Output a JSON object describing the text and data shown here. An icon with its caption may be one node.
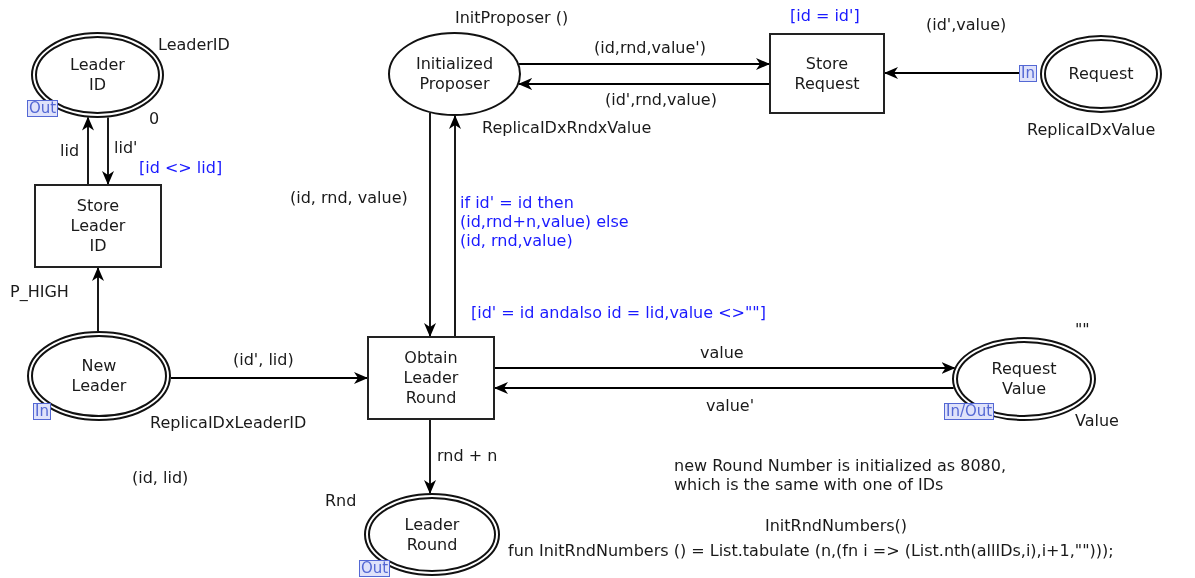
{
  "diagram": {
    "nodes": [
      {
        "text": [
          "Leader ID"
        ],
        "beside": [
          "LeaderID",
          "0"
        ]
      },
      {
        "text": [
          "Out"
        ]
      },
      {
        "text": [
          "Store Leader ID"
        ],
        "beside": [
          "[id <> lid]",
          "P_HIGH"
        ]
      },
      {
        "text": [
          "Initialized Proposer"
        ],
        "beside": [
          "InitProposer ()",
          "ReplicaIDxRndxValue"
        ]
      },
      {
        "text": [
          "Store Request"
        ],
        "beside": [
          "[id = id']"
        ]
      },
      {
        "text": [
          "Request"
        ],
        "beside": [
          "ReplicaIDxValue"
        ]
      },
      {
        "text": [
          "In"
        ]
      },
      {
        "text": [
          "New Leader"
        ],
        "beside": [
          "ReplicaIDxLeaderID"
        ]
      },
      {
        "text": [
          "In"
        ]
      },
      {
        "text": [
          "Obtain Leader Round"
        ],
        "beside": [
          "[id' = id andalso id = lid,value <>\"\"]"
        ]
      },
      {
        "text": [
          "Request Value"
        ],
        "beside": [
          "\"\"",
          "Value"
        ]
      },
      {
        "text": [
          "In/Out"
        ]
      },
      {
        "text": [
          "Leader Round"
        ],
        "beside": [
          "Rnd"
        ]
      },
      {
        "text": [
          "Out"
        ]
      }
    ],
    "edges": [
      {
        "from": 2,
        "to": 0,
        "arrow": "to",
        "label": "lid"
      },
      {
        "from": 0,
        "to": 2,
        "arrow": "to",
        "label": "lid'"
      },
      {
        "from": 7,
        "to": 2,
        "arrow": "to"
      },
      {
        "from": 3,
        "to": 4,
        "arrow": "to",
        "label": "(id,rnd,value')"
      },
      {
        "from": 4,
        "to": 3,
        "arrow": "to",
        "label": "(id',rnd,value)"
      },
      {
        "from": 6,
        "to": 4,
        "arrow": "to",
        "label": "(id',value)"
      },
      {
        "from": 3,
        "to": 9,
        "arrow": "to",
        "label": "(id, rnd, value)"
      },
      {
        "from": 9,
        "to": 3,
        "arrow": "to",
        "label": "if id' = id then (id,rnd+n,value) else (id, rnd,value)"
      },
      {
        "from": 7,
        "to": 9,
        "arrow": "to",
        "label": "(id', lid)"
      },
      {
        "from": 9,
        "to": 10,
        "arrow": "to",
        "label": "value"
      },
      {
        "from": 10,
        "to": 9,
        "arrow": "to",
        "label": "value'"
      },
      {
        "from": 9,
        "to": 12,
        "arrow": "to",
        "label": "rnd + n"
      }
    ],
    "labels": [
      "(id, lid)",
      "new Round Number is initialized as 8080, which is the same with one of IDs",
      "InitRndNumbers()",
      "fun InitRndNumbers () = List.tabulate (n,(fn i => (List.nth(allIDs,i),i+1,\"\")));"
    ]
  }
}
